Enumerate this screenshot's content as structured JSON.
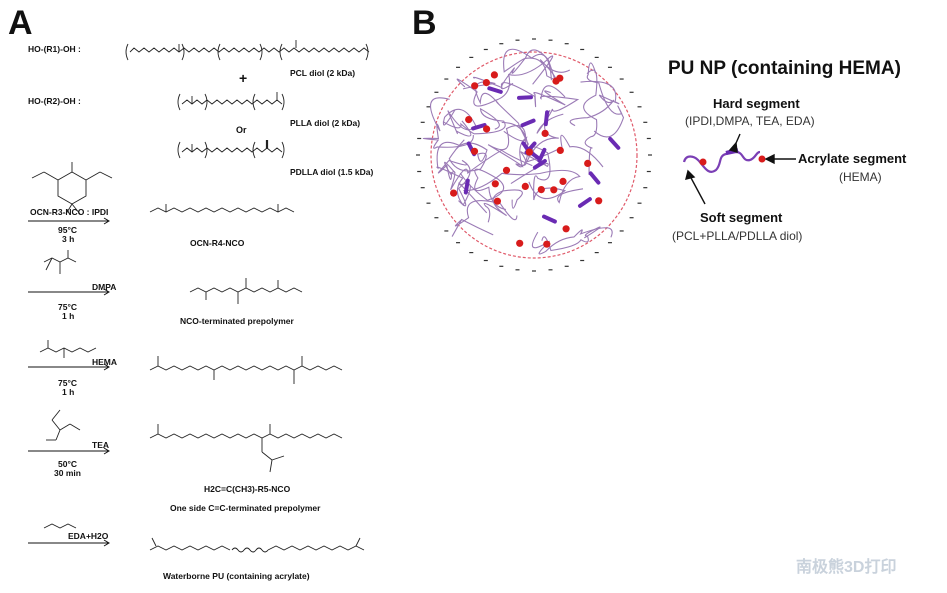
{
  "panel_a": {
    "letter": "A",
    "diol1_label": "HO-(R1)-OH :",
    "diol2_label": "HO-(R2)-OH :",
    "plus": "+",
    "or": "Or",
    "pcl": "PCL diol (2 kDa)",
    "plla": "PLLA diol (2 kDa)",
    "pdlla": "PDLLA diol (1.5 kDa)",
    "ipdi": "OCN-R3-NCO : IPDI",
    "step1_cond": [
      "95°C",
      "3 h"
    ],
    "product1": "OCN-R4-NCO",
    "dmpa": "DMPA",
    "step2_cond": [
      "75°C",
      "1 h"
    ],
    "product2": "NCO-terminated prepolymer",
    "hema": "HEMA",
    "step3_cond": [
      "75°C",
      "1 h"
    ],
    "tea": "TEA",
    "step4_cond": [
      "50°C",
      "30 min"
    ],
    "product4a": "H2C=C(CH3)-R5-NCO",
    "product4b": "One side C=C-terminated prepolymer",
    "eda": "EDA+H2O",
    "product5": "Waterborne PU (containing acrylate)"
  },
  "panel_b": {
    "letter": "B",
    "title": "PU NP (containing HEMA)",
    "hard_title": "Hard segment",
    "hard_sub": "(IPDI,DMPA, TEA, EDA)",
    "acrylate_title": "Acrylate segment",
    "acrylate_sub": "(HEMA)",
    "soft_title": "Soft segment",
    "soft_sub": "(PCL+PLLA/PDLLA diol)",
    "colors": {
      "soft": "#8a5fa8",
      "hard": "#6a2bb3",
      "acrylate": "#d81b1b",
      "boundary": "#e05a6a"
    }
  },
  "watermark": "南极熊3D打印"
}
